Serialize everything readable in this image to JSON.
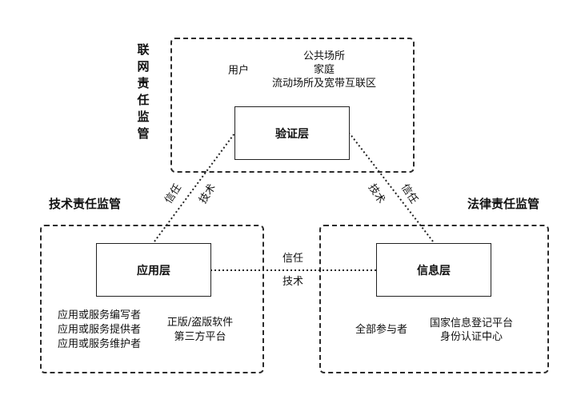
{
  "network": {
    "title": "联网责任监管",
    "user": "用户",
    "places": [
      "公共场所",
      "家庭",
      "流动场所及宽带互联区"
    ],
    "layer": "验证层"
  },
  "technical": {
    "title": "技术责任监管",
    "layer": "应用层",
    "providers": [
      "应用或服务编写者",
      "应用或服务提供者",
      "应用或服务维护者"
    ],
    "software": [
      "正版/盗版软件",
      "第三方平台"
    ]
  },
  "legal": {
    "title": "法律责任监管",
    "layer": "信息层",
    "participants": "全部参与者",
    "platforms": [
      "国家信息登记平台",
      "身份认证中心"
    ]
  },
  "links": {
    "left_trust": "信任",
    "left_tech": "技术",
    "right_tech": "技术",
    "right_trust": "信任",
    "bottom_trust": "信任",
    "bottom_tech": "技术"
  }
}
